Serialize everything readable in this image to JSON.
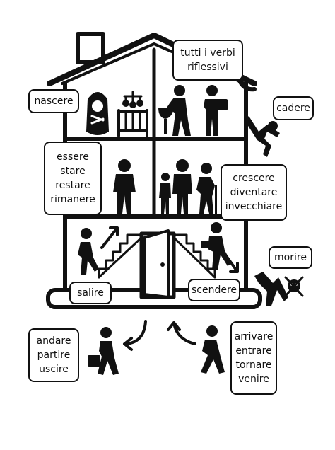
{
  "labels": {
    "riflessivi": [
      "tutti  i  verbi",
      "riflessivi"
    ],
    "nascere": [
      "nascere"
    ],
    "cadere": [
      "cadere"
    ],
    "essere": [
      "essere",
      "stare",
      "restare",
      "rimanere"
    ],
    "crescere": [
      "crescere",
      "diventare",
      "invecchiare"
    ],
    "morire": [
      "morire"
    ],
    "salire": [
      "salire"
    ],
    "scendere": [
      "scendere"
    ],
    "andare": [
      "andare",
      "partire",
      "uscire"
    ],
    "arrivare": [
      "arrivare",
      "entrare",
      "tornare",
      "venire"
    ]
  },
  "icons": [
    "crib-icon",
    "baby-icon",
    "person-washing-icon",
    "person-dressing-icon",
    "person-falling-icon",
    "person-standing-icon",
    "family-ages-icon",
    "person-climbing-icon",
    "stairs-icon",
    "door-icon",
    "person-descending-icon",
    "skull-icon",
    "person-leaving-icon",
    "person-arriving-icon"
  ],
  "colors": {
    "ink": "#111111",
    "background": "#ffffff"
  }
}
